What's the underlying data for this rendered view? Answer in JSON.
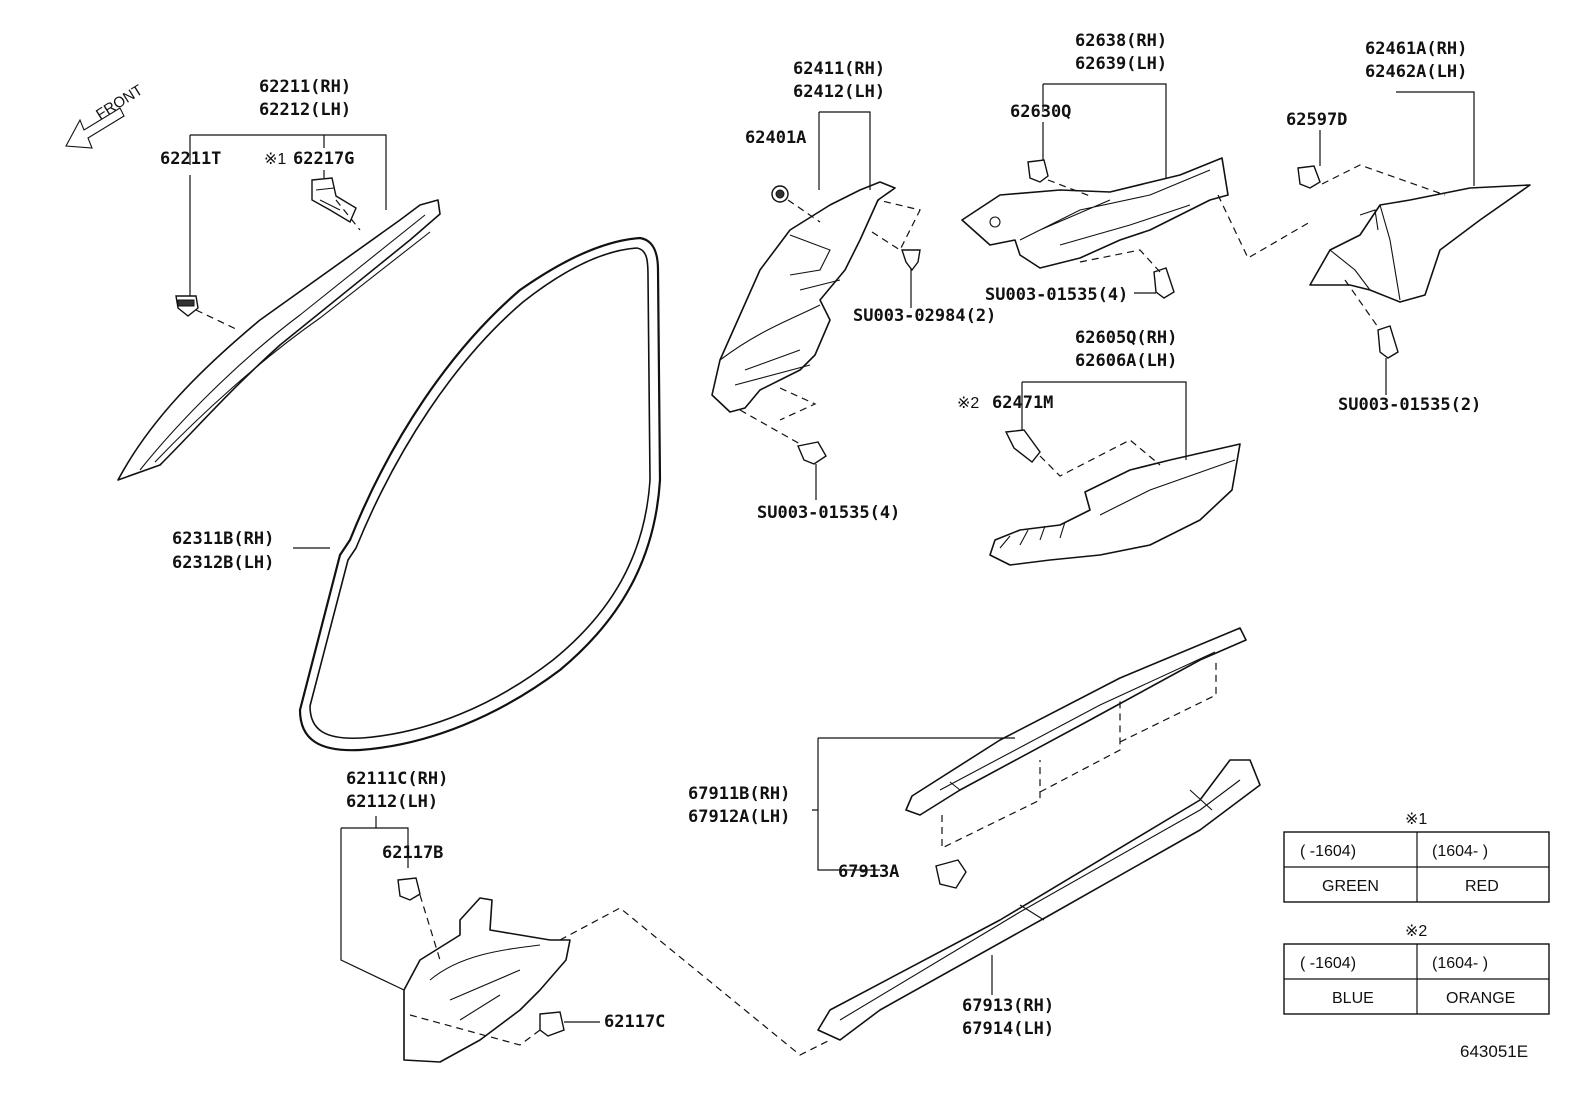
{
  "front_label": "FRONT",
  "diagram_code": "643051E",
  "parts": {
    "p62211": "62211(RH)",
    "p62212": "62212(LH)",
    "p62211T": "62211T",
    "p62217G_mark": "※1",
    "p62217G": "62217G",
    "p62311B": "62311B(RH)",
    "p62312B": "62312B(LH)",
    "p62411": "62411(RH)",
    "p62412": "62412(LH)",
    "p62401A": "62401A",
    "su_02984": "SU003-02984(2)",
    "su_01535_pillar": "SU003-01535(4)",
    "p62638": "62638(RH)",
    "p62639": "62639(LH)",
    "p62630Q": "62630Q",
    "su_01535_upper": "SU003-01535(4)",
    "p62461A": "62461A(RH)",
    "p62462A": "62462A(LH)",
    "p62597D": "62597D",
    "su_01535_right": "SU003-01535(2)",
    "p62605Q": "62605Q(RH)",
    "p62606A": "62606A(LH)",
    "p62471M_mark": "※2",
    "p62471M": "62471M",
    "p62111C": "62111C(RH)",
    "p62112": "62112(LH)",
    "p62117B": "62117B",
    "p62117C": "62117C",
    "p67911B": "67911B(RH)",
    "p67912A": "67912A(LH)",
    "p67913A": "67913A",
    "p67913": "67913(RH)",
    "p67914": "67914(LH)"
  },
  "tables": [
    {
      "mark": "※1",
      "headers": [
        "(      -1604)",
        "(1604-      )"
      ],
      "values": [
        "GREEN",
        "RED"
      ]
    },
    {
      "mark": "※2",
      "headers": [
        "(      -1604)",
        "(1604-      )"
      ],
      "values": [
        "BLUE",
        "ORANGE"
      ]
    }
  ]
}
